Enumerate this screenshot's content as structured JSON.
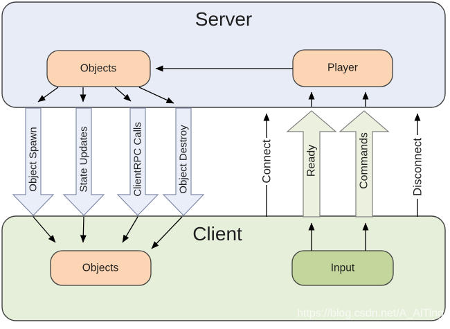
{
  "diagram": {
    "server": {
      "title": "Server",
      "objects_label": "Objects",
      "player_label": "Player"
    },
    "client": {
      "title": "Client",
      "objects_label": "Objects",
      "input_label": "Input"
    },
    "down_arrows": [
      {
        "label": "Object Spawn"
      },
      {
        "label": "State Updates"
      },
      {
        "label": "ClientRPC Calls"
      },
      {
        "label": "Object Destroy"
      }
    ],
    "up_arrows": [
      {
        "label": "Ready"
      },
      {
        "label": "Commands"
      }
    ],
    "line_arrows": [
      {
        "label": "Connect"
      },
      {
        "label": "Disconnect"
      }
    ],
    "watermark": "https://blog.csdn.net/A_AiTing",
    "colors": {
      "server_fill": "#e7ecf6",
      "client_fill": "#e6efda",
      "node_fill": "#fcd5b4",
      "input_fill": "#c3d69b",
      "down_arrow_fill": "#eaeef8",
      "up_arrow_fill": "#ecf1df"
    }
  }
}
